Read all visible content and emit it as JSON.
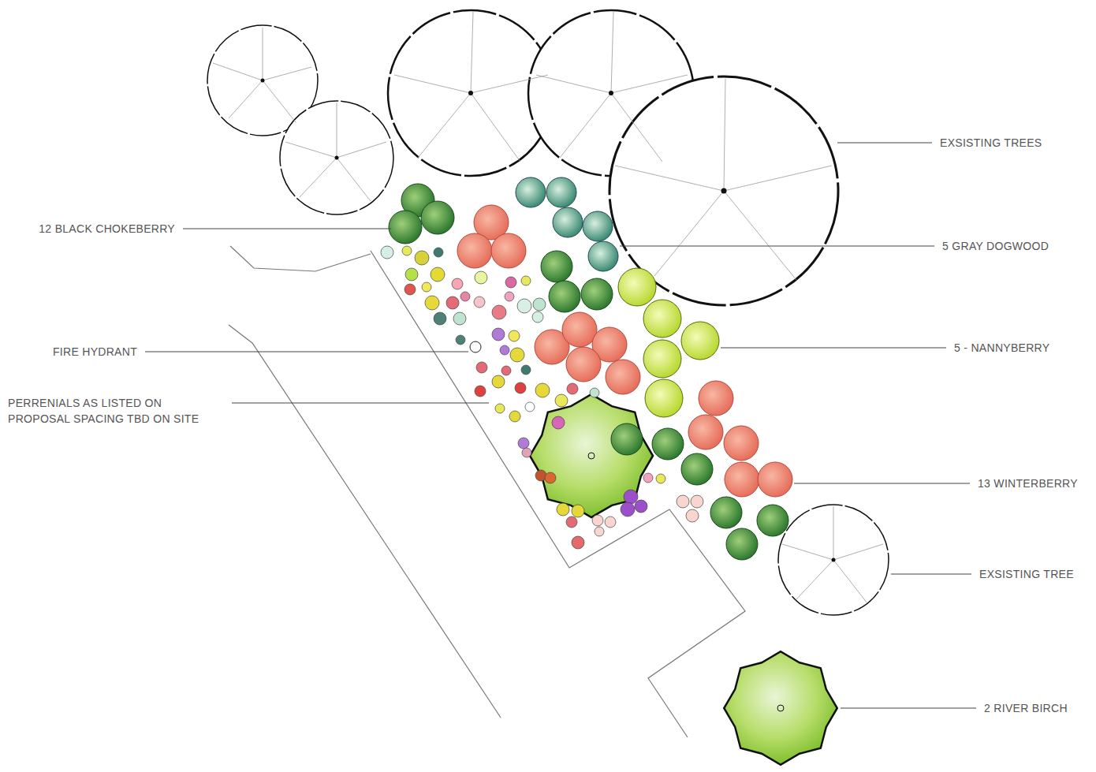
{
  "diagram": {
    "labels": [
      "EXSISTING TREES",
      "12 BLACK CHOKEBERRY",
      "5 GRAY DOGWOOD",
      "FIRE HYDRANT",
      "5 - NANNYBERRY",
      "PERRENIALS AS LISTED ON PROPOSAL SPACING TBD ON SITE",
      "13 WINTERBERRY",
      "EXSISTING TREE",
      "2 RIVER BIRCH"
    ]
  }
}
